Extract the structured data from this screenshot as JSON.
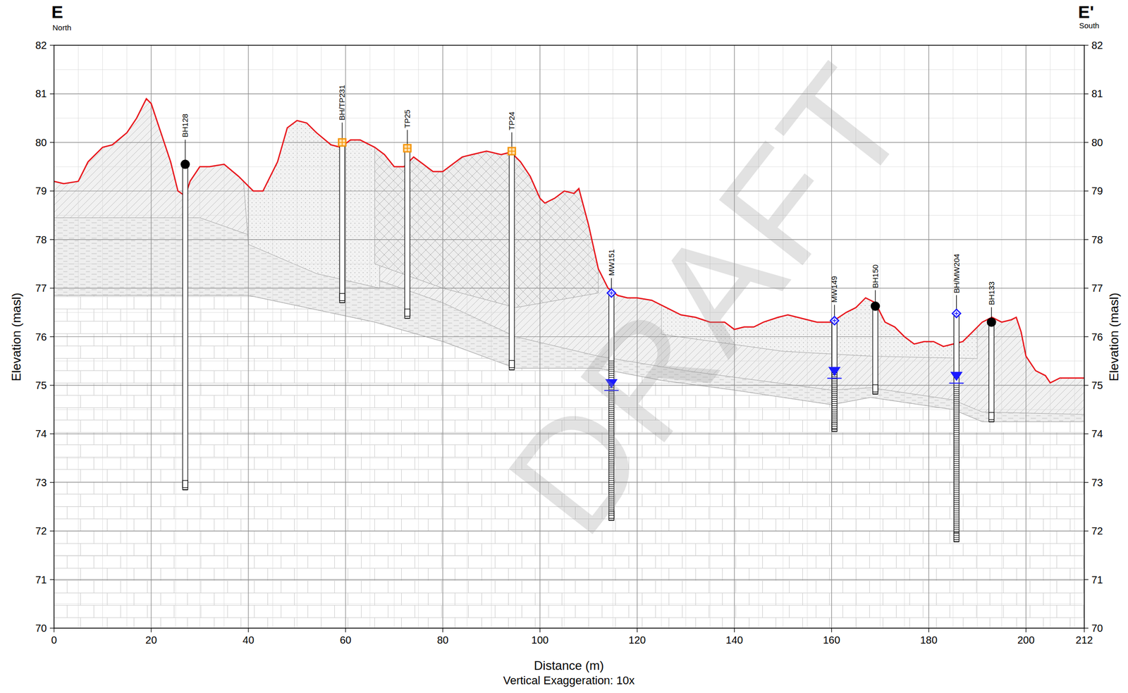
{
  "diagram": {
    "labels": [
      "E",
      "North",
      "E'",
      "South",
      "82",
      "81",
      "80",
      "79",
      "78",
      "77",
      "76",
      "75",
      "74",
      "73",
      "72",
      "71",
      "70",
      "82",
      "81",
      "80",
      "79",
      "78",
      "77",
      "76",
      "75",
      "74",
      "73",
      "72",
      "71",
      "70",
      "0",
      "20",
      "40",
      "60",
      "80",
      "100",
      "120",
      "140",
      "160",
      "180",
      "200",
      "212",
      "Elevation (masl)",
      "Elevation (masl)",
      "Distance (m)",
      "Vertical Exaggeration: 10x",
      "BH128",
      "BH/TP231",
      "TP25",
      "TP24",
      "MW151",
      "MW149",
      "BH150",
      "BH/MW204",
      "BH133",
      "DRAFT"
    ]
  }
}
